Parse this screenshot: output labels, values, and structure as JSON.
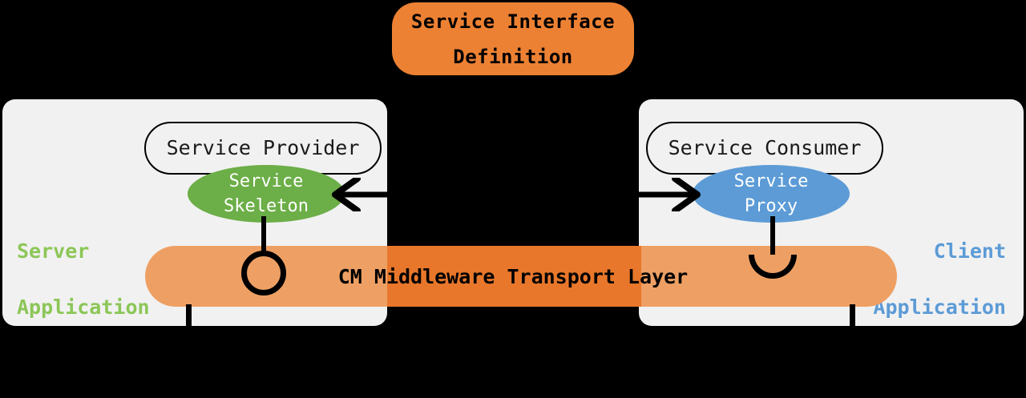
{
  "diagram": {
    "title_banner": {
      "line1": "Service Interface",
      "line2": "Definition",
      "color": "#ED8133"
    },
    "left_panel": {
      "role_label_line1": "Server",
      "role_label_line2": "Application",
      "role_color": "#8CC657",
      "component": "Service Provider",
      "adapter": {
        "line1": "Service",
        "line2": "Skeleton",
        "color": "#6CAE47"
      },
      "connector_type": "provided-interface-lollipop"
    },
    "right_panel": {
      "role_label_line1": "Client",
      "role_label_line2": "Application",
      "role_color": "#5C9BD6",
      "component": "Service Consumer",
      "adapter": {
        "line1": "Service",
        "line2": "Proxy",
        "color": "#5C9BD6"
      },
      "connector_type": "required-interface-socket"
    },
    "transport": {
      "label": "CM Middleware Transport Layer",
      "color": "#EEA064",
      "highlight_color": "#E8772B"
    },
    "arrows": {
      "to_skeleton": "arrow-left",
      "to_proxy": "arrow-right"
    },
    "background_color": "#000000",
    "panel_background": "#F1F1F1"
  }
}
